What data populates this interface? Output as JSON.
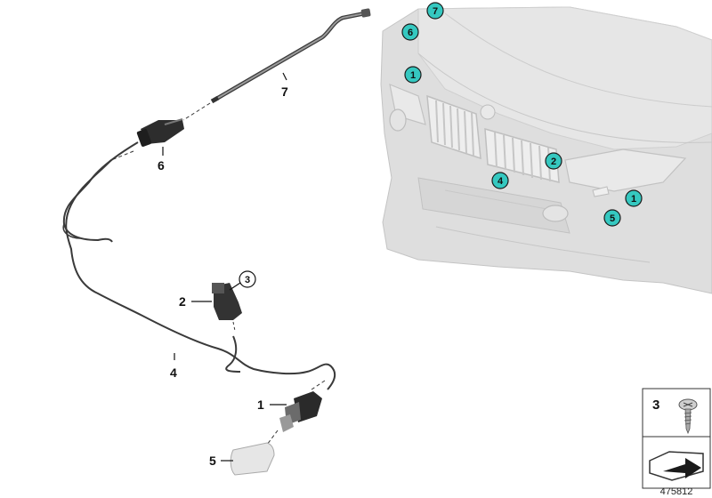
{
  "diagram": {
    "parts": [
      {
        "id": "1",
        "label": "1"
      },
      {
        "id": "2",
        "label": "2"
      },
      {
        "id": "4",
        "label": "4"
      },
      {
        "id": "5",
        "label": "5"
      },
      {
        "id": "6",
        "label": "6"
      },
      {
        "id": "7",
        "label": "7"
      }
    ],
    "circled_callout": "3",
    "vehicle_markers": [
      "7",
      "6",
      "1",
      "2",
      "4",
      "1",
      "5"
    ],
    "colors": {
      "marker_fill": "#35c8c0",
      "car_body": "#dcdcdc",
      "line": "#333333"
    }
  },
  "sidebar": {
    "screw_label": "3"
  },
  "document_number": "475812"
}
